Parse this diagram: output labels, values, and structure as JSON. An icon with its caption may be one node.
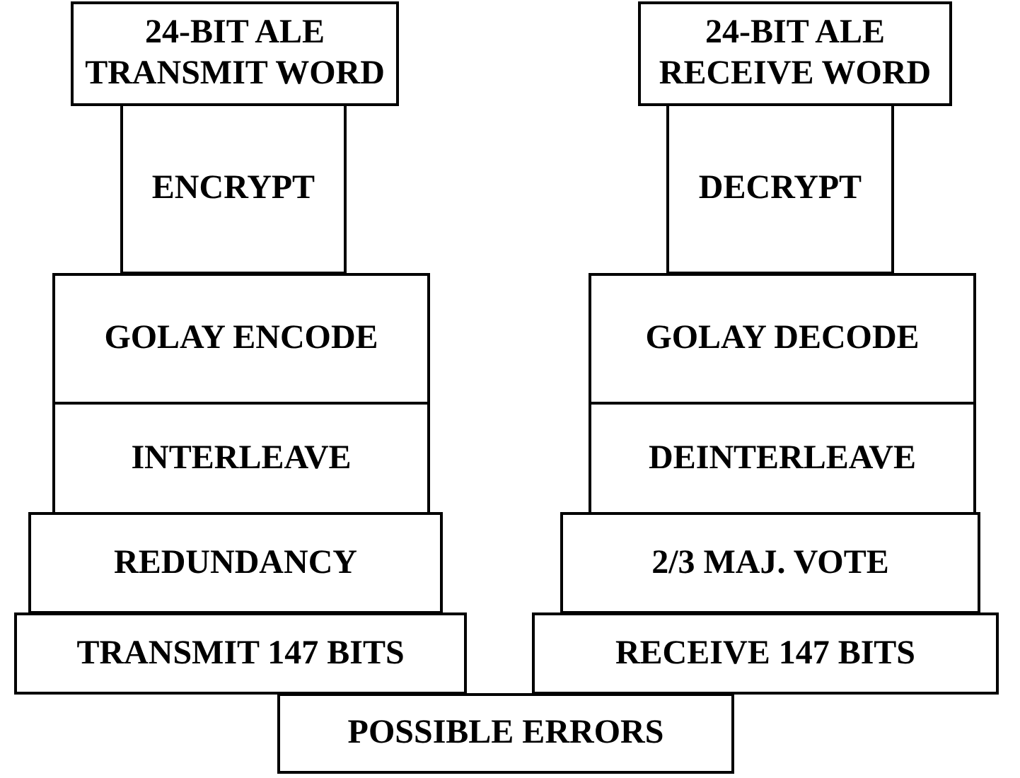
{
  "diagram": {
    "nodes": [
      {
        "text": [
          "24-BIT ALE TRANSMIT WORD"
        ]
      },
      {
        "text": [
          "ENCRYPT"
        ]
      },
      {
        "text": [
          "GOLAY ENCODE"
        ]
      },
      {
        "text": [
          "INTERLEAVE"
        ]
      },
      {
        "text": [
          "REDUNDANCY"
        ]
      },
      {
        "text": [
          "TRANSMIT 147 BITS"
        ]
      },
      {
        "text": [
          "24-BIT ALE RECEIVE WORD"
        ]
      },
      {
        "text": [
          "DECRYPT"
        ]
      },
      {
        "text": [
          "GOLAY DECODE"
        ]
      },
      {
        "text": [
          "DEINTERLEAVE"
        ]
      },
      {
        "text": [
          "2/3 MAJ. VOTE"
        ]
      },
      {
        "text": [
          "RECEIVE 147 BITS"
        ]
      },
      {
        "text": [
          "POSSIBLE ERRORS"
        ]
      }
    ]
  }
}
